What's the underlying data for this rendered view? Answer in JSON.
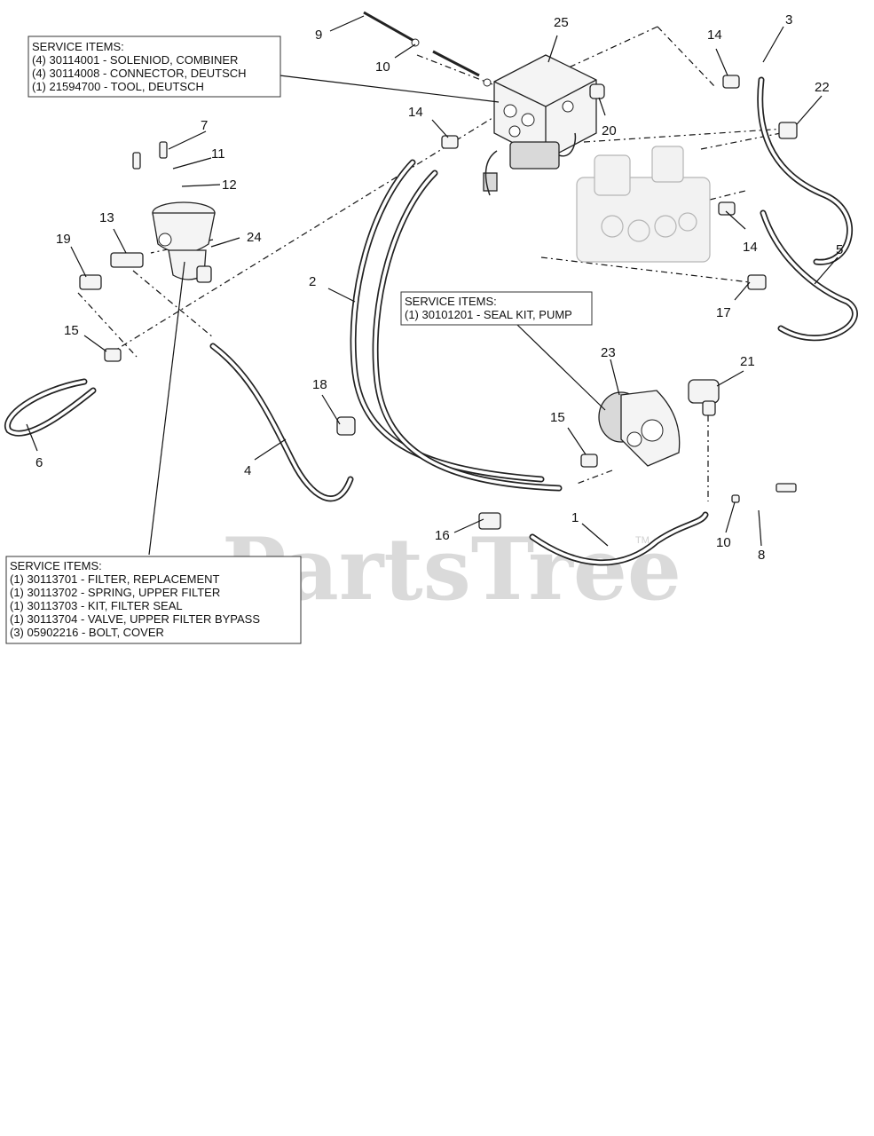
{
  "watermark": {
    "text": "PartsTree",
    "tm": "TM"
  },
  "service_boxes": [
    {
      "id": "solenoid",
      "lines": [
        "SERVICE ITEMS:",
        "(4) 30114001 - SOLENIOD, COMBINER",
        "(4) 30114008 - CONNECTOR, DEUTSCH",
        "(1) 21594700 - TOOL, DEUTSCH"
      ]
    },
    {
      "id": "pump",
      "lines": [
        "SERVICE ITEMS:",
        "(1) 30101201 - SEAL KIT, PUMP"
      ]
    },
    {
      "id": "filter",
      "lines": [
        "SERVICE ITEMS:",
        "(1) 30113701 - FILTER, REPLACEMENT",
        "(1) 30113702 - SPRING, UPPER FILTER",
        "(1) 30113703 - KIT, FILTER SEAL",
        "(1) 30113704 - VALVE, UPPER FILTER BYPASS",
        "(3) 05902216 - BOLT, COVER"
      ]
    }
  ],
  "callouts": [
    {
      "label": "1"
    },
    {
      "label": "2"
    },
    {
      "label": "3"
    },
    {
      "label": "4"
    },
    {
      "label": "5"
    },
    {
      "label": "6"
    },
    {
      "label": "7"
    },
    {
      "label": "8"
    },
    {
      "label": "9"
    },
    {
      "label": "10"
    },
    {
      "label": "10"
    },
    {
      "label": "11"
    },
    {
      "label": "12"
    },
    {
      "label": "13"
    },
    {
      "label": "14"
    },
    {
      "label": "14"
    },
    {
      "label": "14"
    },
    {
      "label": "15"
    },
    {
      "label": "15"
    },
    {
      "label": "16"
    },
    {
      "label": "17"
    },
    {
      "label": "18"
    },
    {
      "label": "19"
    },
    {
      "label": "20"
    },
    {
      "label": "21"
    },
    {
      "label": "22"
    },
    {
      "label": "23"
    },
    {
      "label": "24"
    },
    {
      "label": "25"
    }
  ]
}
